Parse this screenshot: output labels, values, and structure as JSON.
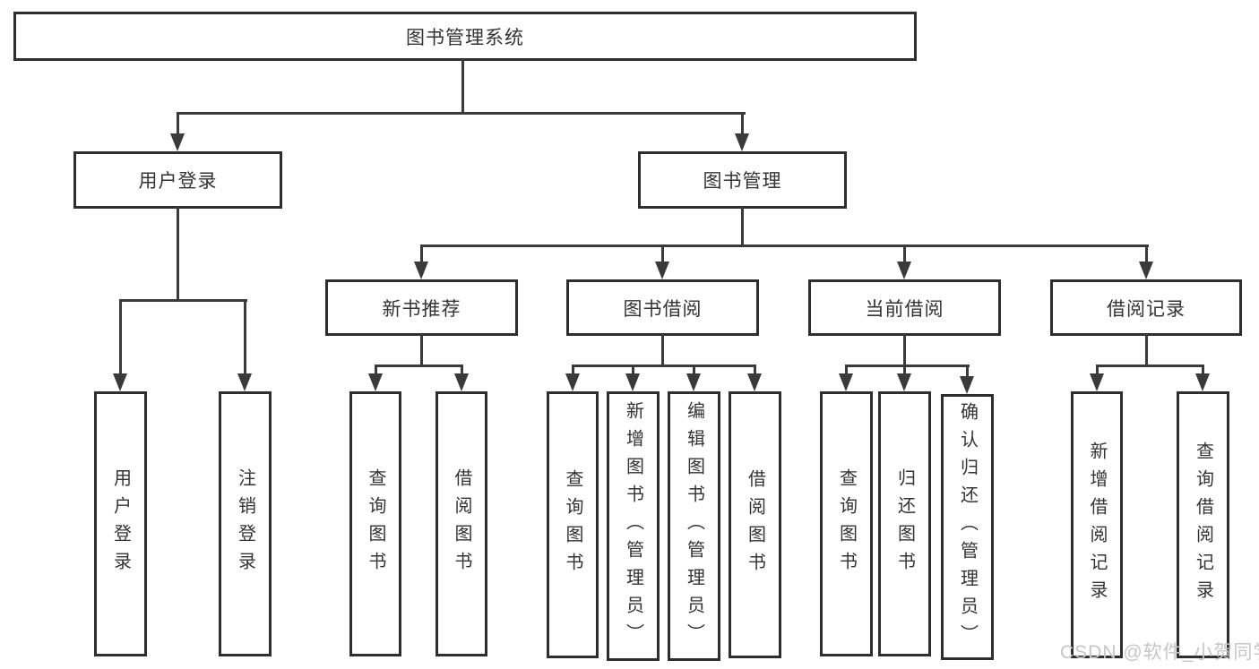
{
  "tree": {
    "label": "图书管理系统",
    "children": [
      {
        "label": "用户登录",
        "children": [
          {
            "label": "用户登录"
          },
          {
            "label": "注销登录"
          }
        ]
      },
      {
        "label": "图书管理",
        "children": [
          {
            "label": "新书推荐",
            "children": [
              {
                "label": "查询图书"
              },
              {
                "label": "借阅图书"
              }
            ]
          },
          {
            "label": "图书借阅",
            "children": [
              {
                "label": "查询图书"
              },
              {
                "label": "新增图书（管理员）"
              },
              {
                "label": "编辑图书（管理员）"
              },
              {
                "label": "借阅图书"
              }
            ]
          },
          {
            "label": "当前借阅",
            "children": [
              {
                "label": "查询图书"
              },
              {
                "label": "归还图书"
              },
              {
                "label": "确认归还（管理员）"
              }
            ]
          },
          {
            "label": "借阅记录",
            "children": [
              {
                "label": "新增借阅记录"
              },
              {
                "label": "查询借阅记录"
              }
            ]
          }
        ]
      }
    ]
  },
  "watermark": {
    "text": "CSDN @软件_小贺同学"
  },
  "colors": {
    "line": "#3a3a3a",
    "box_border": "#2e2e2e",
    "box_fill": "#ffffff",
    "text": "#333333",
    "watermark": "#c6c6c6",
    "background": "#ffffff"
  }
}
